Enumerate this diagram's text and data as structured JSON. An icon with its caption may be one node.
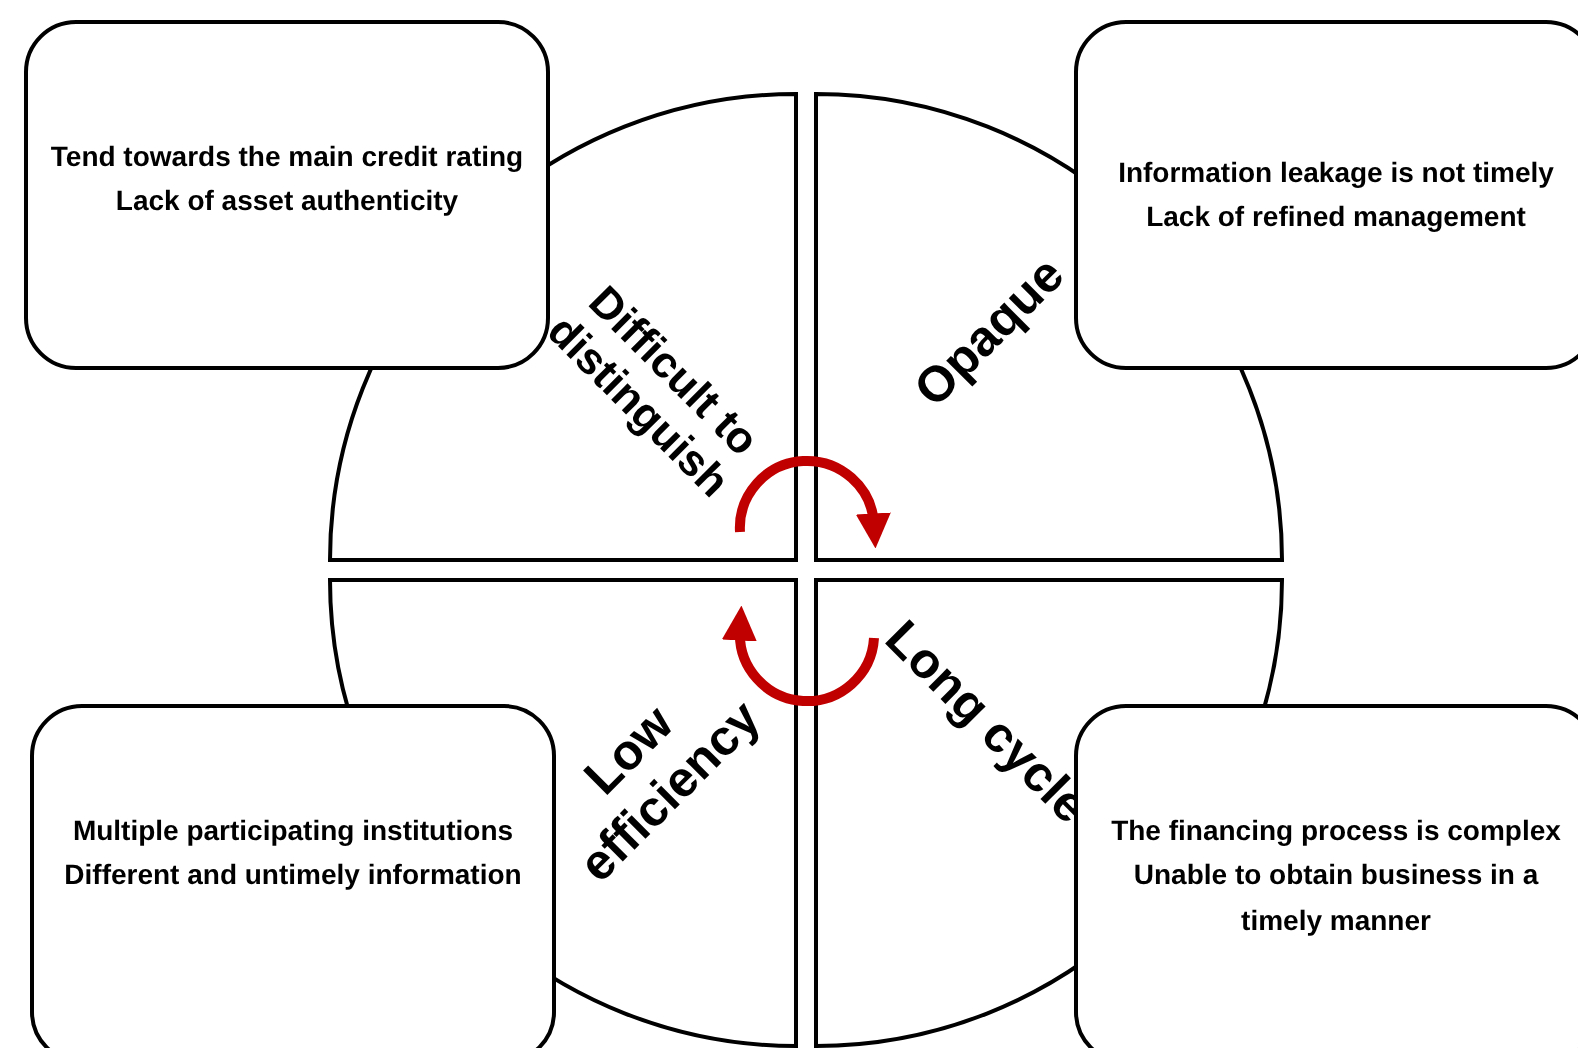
{
  "diagram": {
    "nodes": [
      {
        "text": [
          "Difficult to distinguish"
        ]
      },
      {
        "text": [
          "Opaque"
        ]
      },
      {
        "text": [
          "Low efficiency"
        ]
      },
      {
        "text": [
          "Long cycle"
        ]
      },
      {
        "text": [
          "Tend towards the main credit rating",
          "Lack of asset authenticity"
        ]
      },
      {
        "text": [
          "Information leakage is not timely",
          "Lack of refined management"
        ]
      },
      {
        "text": [
          "Multiple participating institutions",
          "Different and untimely information"
        ]
      },
      {
        "text": [
          "The financing process is complex",
          "Unable to obtain business in a timely manner"
        ]
      }
    ],
    "edges": [
      {
        "from": 0,
        "to": 1,
        "arrow": "to",
        "color": "#c00000"
      },
      {
        "from": 3,
        "to": 2,
        "arrow": "to",
        "color": "#c00000"
      }
    ]
  }
}
